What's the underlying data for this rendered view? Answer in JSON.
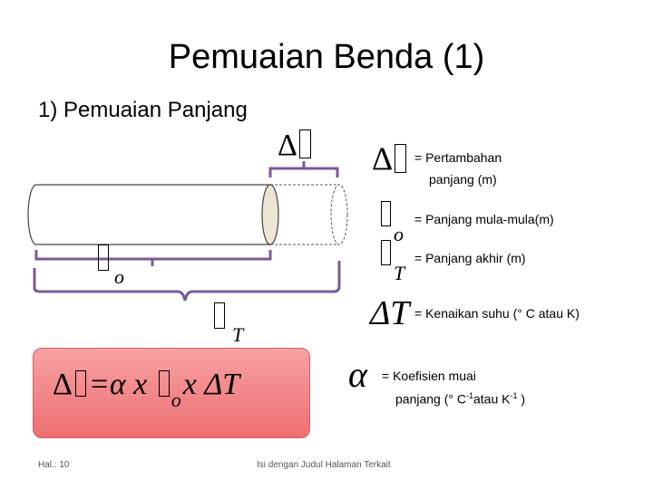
{
  "title": "Pemuaian Benda (1)",
  "subtitle": "1) Pemuaian Panjang",
  "diagram": {
    "delta_l_symbol": "Δ",
    "l0_symbol_sub": "o",
    "lt_symbol_sub": "T"
  },
  "legend": {
    "delta_l": {
      "symbol": "Δ",
      "line1": "= Pertambahan",
      "line2": "panjang (m)"
    },
    "l0": {
      "sub": "o",
      "text": "= Panjang mula-mula(m)"
    },
    "lt": {
      "sub": "T",
      "text": "= Panjang akhir (m)"
    },
    "delta_t": {
      "symbol": "ΔT",
      "text": "= Kenaikan suhu (° C atau K)"
    },
    "alpha": {
      "symbol": "α",
      "line1": "= Koefisien muai",
      "line2_a": "panjang (° C",
      "line2_sup1": "-1",
      "line2_b": "atau K",
      "line2_sup2": "-1",
      "line2_c": " )"
    }
  },
  "formula": {
    "delta": "Δ",
    "eq_alpha": "=α x",
    "sub_o": "o",
    "x_delta_t": "x ΔT"
  },
  "footer": {
    "page": "Hal.: 10",
    "center": "Isi dengan Judul Halaman Terkait"
  }
}
